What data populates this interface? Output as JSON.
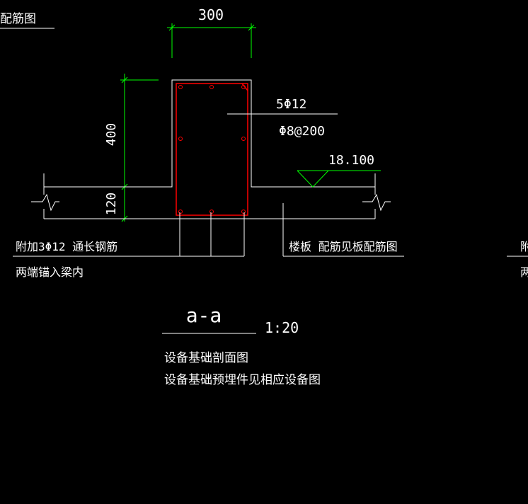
{
  "drawing": {
    "top_left_label": "配筋图",
    "width_dim": "300",
    "height_dim_upper": "400",
    "height_dim_lower": "120",
    "main_rebar": "5Φ12",
    "stirrup": "Φ8@200",
    "elevation": "18.100",
    "additional_rebar_line1": "附加3Φ12 通长钢筋",
    "additional_rebar_line2": "两端锚入梁内",
    "slab_note": "楼板 配筋见板配筋图",
    "right_cut_line1": "附",
    "right_cut_line2": "两",
    "section_label": "a-a",
    "scale": "1:20",
    "caption_line1": "设备基础剖面图",
    "caption_line2": "设备基础预埋件见相应设备图"
  },
  "colors": {
    "background": "#000000",
    "line_white": "#ffffff",
    "dimension_green": "#00ff00",
    "rebar_red": "#ff0000",
    "text": "#ffffff"
  }
}
